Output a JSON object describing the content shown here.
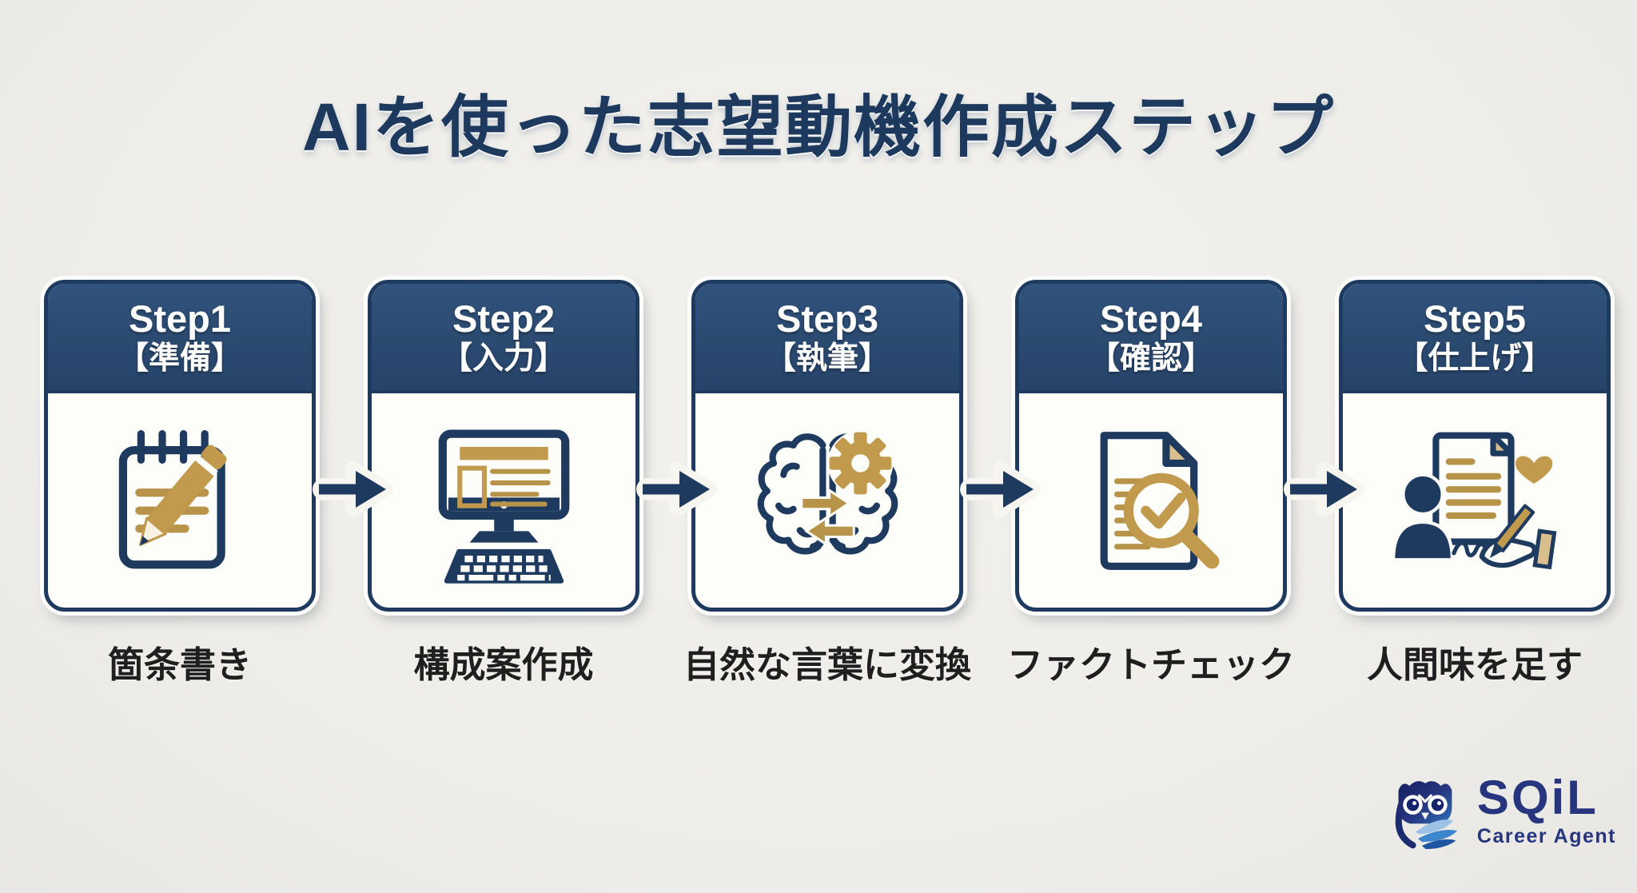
{
  "title": "AIを使った志望動機作成ステップ",
  "steps": [
    {
      "number": "Step1",
      "phase": "【準備】",
      "label": "箇条書き",
      "icon": "notepad-pencil-icon"
    },
    {
      "number": "Step2",
      "phase": "【入力】",
      "label": "構成案作成",
      "icon": "computer-keyboard-icon"
    },
    {
      "number": "Step3",
      "phase": "【執筆】",
      "label": "自然な言葉に変換",
      "icon": "brain-gear-exchange-icon"
    },
    {
      "number": "Step4",
      "phase": "【確認】",
      "label": "ファクトチェック",
      "icon": "document-magnifier-check-icon"
    },
    {
      "number": "Step5",
      "phase": "【仕上げ】",
      "label": "人間味を足す",
      "icon": "person-signing-heart-icon"
    }
  ],
  "logo": {
    "brand": "SQiL",
    "subtitle": "Career Agent"
  },
  "colors": {
    "navy_header": "#2b4a70",
    "navy_dark": "#1e3a5f",
    "title_navy": "#1d3a5e",
    "gold": "#c19a4e",
    "gold_deep": "#b8934a",
    "gold_pale": "#d9bf8d",
    "background": "#efeeea",
    "card_background": "#fdfdfa",
    "label_text": "#1f1f1f",
    "logo_blue": "#27357f",
    "owl_accent_blue": "#3c86cc"
  }
}
